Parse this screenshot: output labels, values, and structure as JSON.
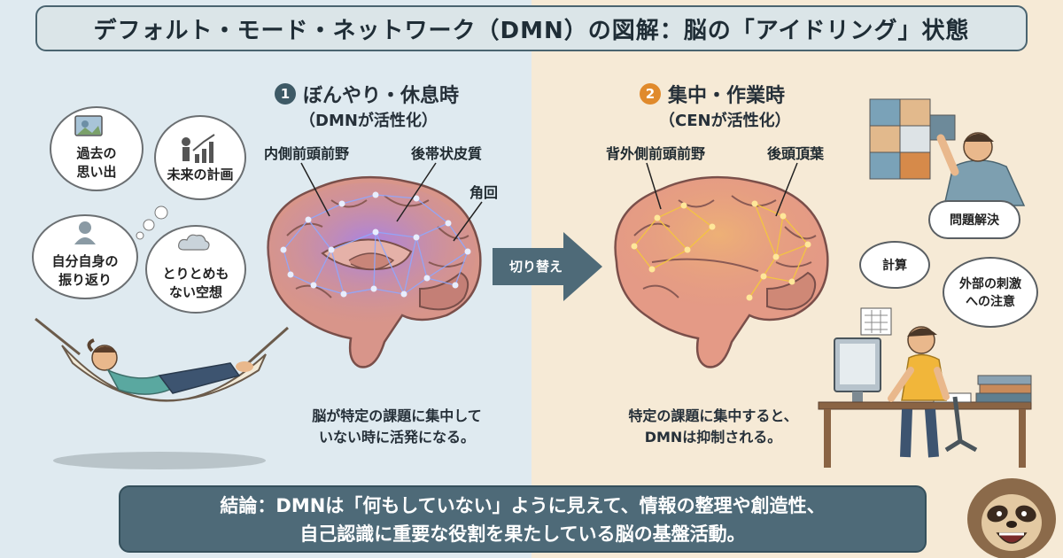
{
  "title": "デフォルト・モード・ネットワーク（DMN）の図解：脳の「アイドリング」状態",
  "left": {
    "number": "1",
    "heading": "ぼんやり・休息時",
    "subheading": "（DMNが活性化）",
    "labels": {
      "mpfc": "内側前頭前野",
      "pcc": "後帯状皮質",
      "angular": "角回"
    },
    "thoughts": [
      "過去の\n思い出",
      "未来の計画",
      "自分自身の\n振り返り",
      "とりとめも\nない空想"
    ],
    "description": "脳が特定の課題に集中して\nいない時に活発になる。"
  },
  "arrow_label": "切り替え",
  "right": {
    "number": "2",
    "heading": "集中・作業時",
    "subheading": "（CENが活性化）",
    "labels": {
      "dlpfc": "背外側前頭前野",
      "parietal": "後頭頂葉"
    },
    "bubbles": [
      "問題解決",
      "計算",
      "外部の刺激\nへの注意"
    ],
    "description": "特定の課題に集中すると、\nDMNは抑制される。"
  },
  "conclusion": "結論：DMNは「何もしていない」ように見えて、情報の整理や創造性、\n自己認識に重要な役割を果たしている脳の基盤活動。",
  "colors": {
    "dmn_glow": "#6f8cff",
    "cen_glow": "#f5c542",
    "badge_left": "#3e5a66",
    "badge_right": "#e08a2c",
    "conclusion_bg": "#4e6a78"
  }
}
